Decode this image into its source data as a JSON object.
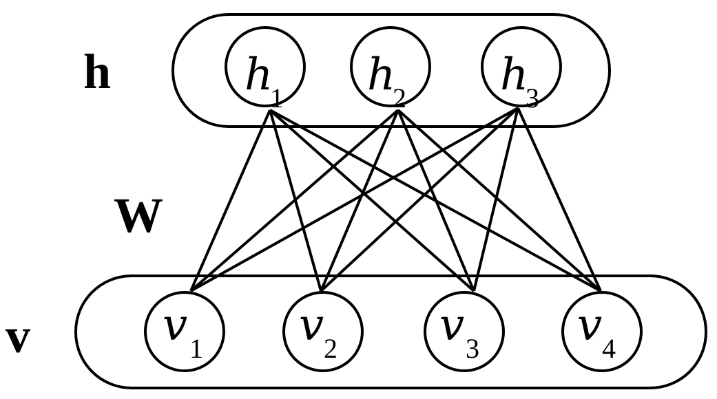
{
  "labels": {
    "hidden_layer": "h",
    "weights": "W",
    "visible_layer": "v"
  },
  "hidden_nodes": [
    {
      "var": "h",
      "sub": "1"
    },
    {
      "var": "h",
      "sub": "2"
    },
    {
      "var": "h",
      "sub": "3"
    }
  ],
  "visible_nodes": [
    {
      "var": "v",
      "sub": "1"
    },
    {
      "var": "v",
      "sub": "2"
    },
    {
      "var": "v",
      "sub": "3"
    },
    {
      "var": "v",
      "sub": "4"
    }
  ],
  "connectivity": "fully-connected"
}
